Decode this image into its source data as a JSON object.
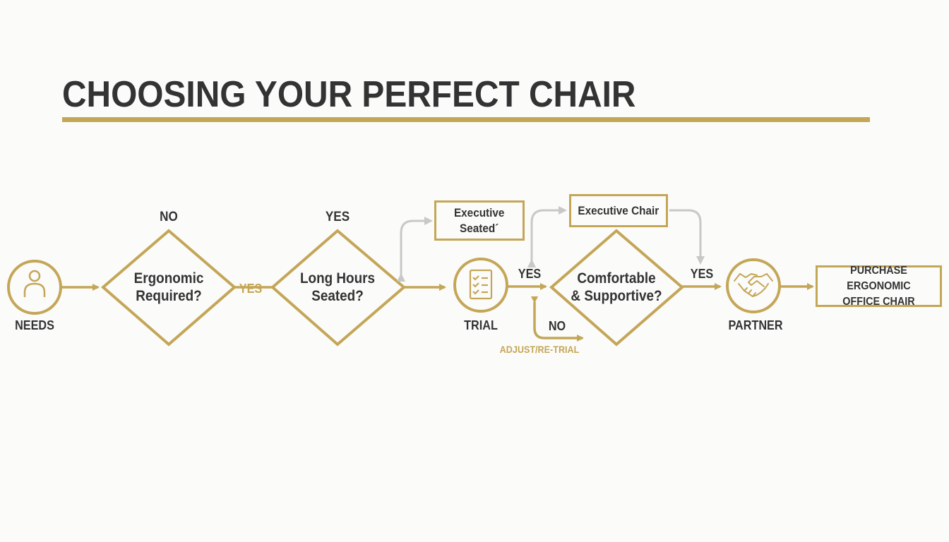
{
  "title": "CHOOSING YOUR PERFECT CHAIR",
  "colors": {
    "accent": "#c4a657",
    "text": "#333333",
    "connector_gray": "#c8c8c8",
    "background": "#fbfbfa"
  },
  "nodes": {
    "needs": {
      "label": "NEEDS",
      "icon": "person-icon"
    },
    "ergonomic": {
      "line1": "Ergonomic",
      "line2": "Required?",
      "top_label": "NO",
      "exit_label": "YES"
    },
    "long_hours": {
      "line1": "Long Hours",
      "line2": "Seated?",
      "top_label": "YES"
    },
    "executive_seated": {
      "line1": "Executive",
      "line2": "Seated´"
    },
    "trial": {
      "label": "TRIAL",
      "icon": "checklist-icon",
      "exit_label": "YES"
    },
    "executive_chair": {
      "label": "Executive Chair"
    },
    "comfortable": {
      "line1": "Comfortable",
      "line2": "& Supportive?",
      "no_label": "NO",
      "loop_label": "ADJUST/RE-TRIAL",
      "exit_label": "YES"
    },
    "partner": {
      "label": "PARTNER",
      "icon": "handshake-icon"
    },
    "purchase": {
      "line1": "PURCHASE ERGONOMIC",
      "line2": "OFFICE CHAIR"
    }
  }
}
